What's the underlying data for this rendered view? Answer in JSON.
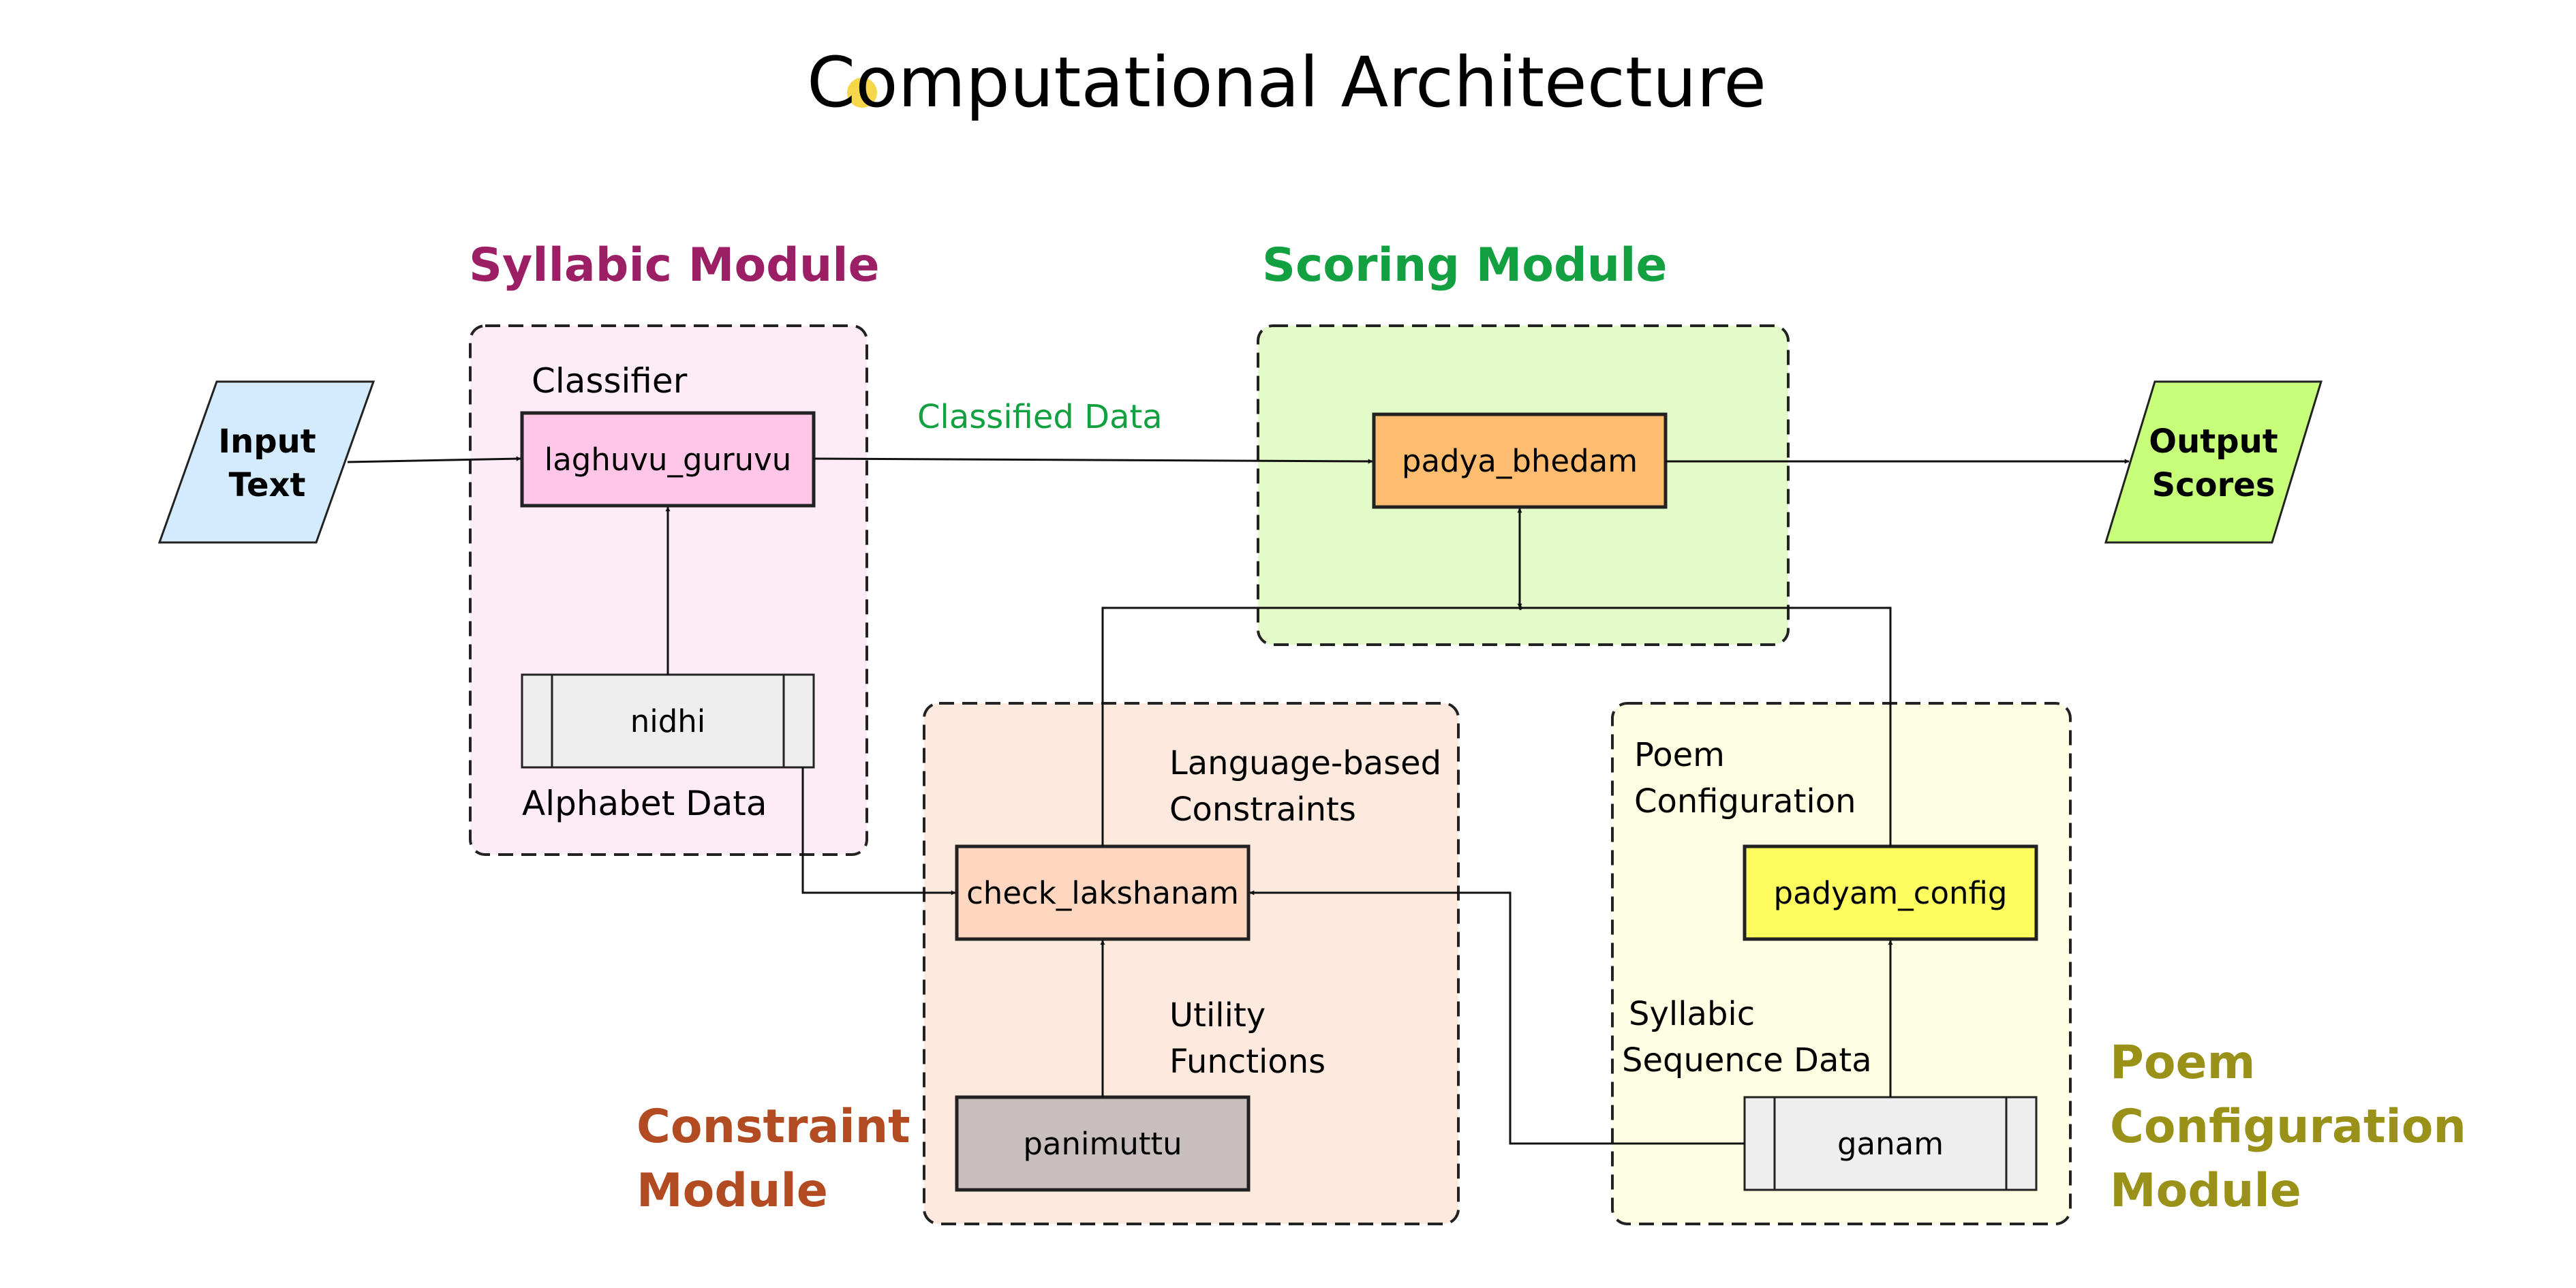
{
  "title": "Computational Architecture",
  "modules": {
    "syllabic": {
      "label": "Syllabic Module",
      "color": "#9c1f66",
      "fill": "#fdebf5"
    },
    "scoring": {
      "label": "Scoring Module",
      "color": "#12a040",
      "fill": "#e2fbc8"
    },
    "constraint": {
      "label_line1": "Constraint",
      "label_line2": "Module",
      "color": "#b24a22",
      "fill": "#fde9dd"
    },
    "poem_config": {
      "label_line1": "Poem",
      "label_line2": "Configuration",
      "label_line3": "Module",
      "color": "#999118",
      "fill": "#fefee2"
    }
  },
  "io": {
    "input_line1": "Input",
    "input_line2": "Text",
    "input_fill": "#d3ebfd",
    "output_line1": "Output",
    "output_line2": "Scores",
    "output_fill": "#c8ff7a"
  },
  "nodes": {
    "laghuvu_guruvu": {
      "label": "laghuvu_guruvu",
      "fill": "#ffc6e7"
    },
    "nidhi": {
      "label": "nidhi",
      "fill": "#eeeeee"
    },
    "padya_bhedam": {
      "label": "padya_bhedam",
      "fill": "#ffbd72"
    },
    "check_lakshanam": {
      "label": "check_lakshanam",
      "fill": "#ffd7c0"
    },
    "panimuttu": {
      "label": "panimuttu",
      "fill": "#c8bebe"
    },
    "padyam_config": {
      "label": "padyam_config",
      "fill": "#fdfd60"
    },
    "ganam": {
      "label": "ganam",
      "fill": "#eeeeee"
    }
  },
  "annotations": {
    "classifier": "Classifier",
    "alphabet_data": "Alphabet Data",
    "classified_data": "Classified Data",
    "classified_data_color": "#12a040",
    "language_constraints_line1": "Language-based",
    "language_constraints_line2": "Constraints",
    "utility_functions_line1": "Utility",
    "utility_functions_line2": "Functions",
    "poem_configuration_line1": "Poem",
    "poem_configuration_line2": "Configuration",
    "syllabic_sequence_line1": "Syllabic",
    "syllabic_sequence_line2": "Sequence Data"
  },
  "accent_dot_color": "#f6d64a"
}
